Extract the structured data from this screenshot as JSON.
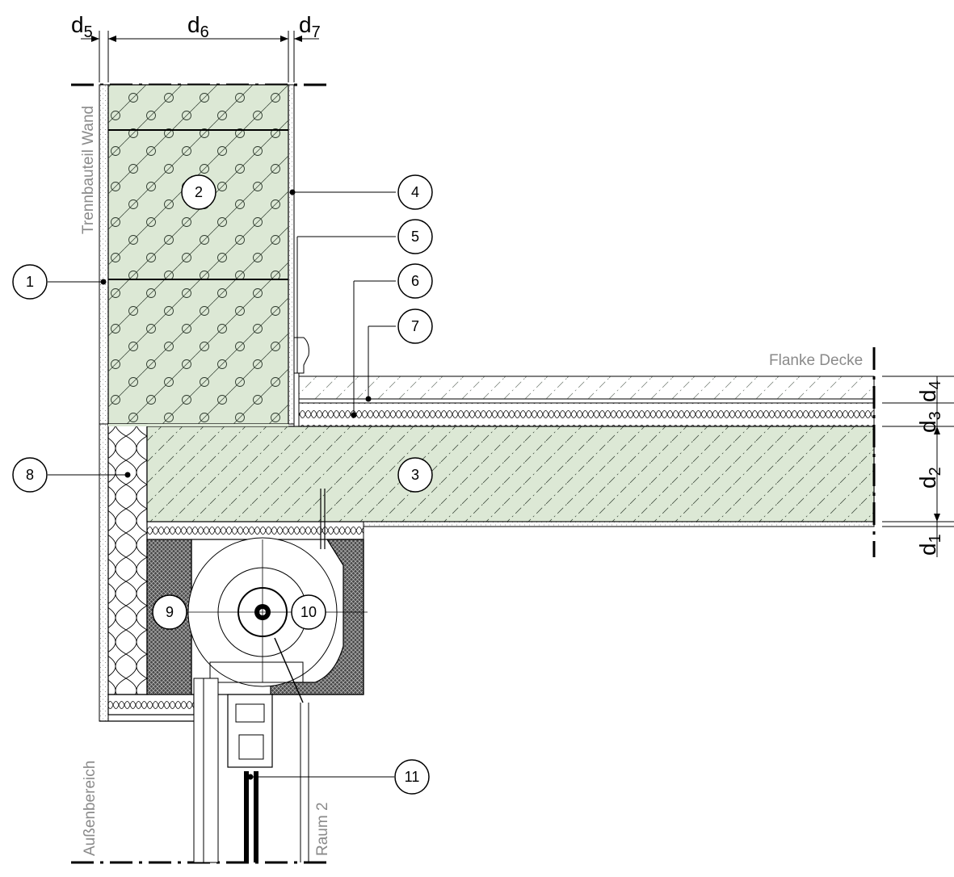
{
  "labels": {
    "separating_wall": "Trennbauteil Wand",
    "flank_ceiling": "Flanke Decke",
    "exterior": "Außenbereich",
    "room": "Raum 2"
  },
  "dimensions": {
    "d1": {
      "base": "d",
      "sub": "1"
    },
    "d2": {
      "base": "d",
      "sub": "2"
    },
    "d3": {
      "base": "d",
      "sub": "3"
    },
    "d4": {
      "base": "d",
      "sub": "4"
    },
    "d5": {
      "base": "d",
      "sub": "5"
    },
    "d6": {
      "base": "d",
      "sub": "6"
    },
    "d7": {
      "base": "d",
      "sub": "7"
    }
  },
  "callouts": [
    "1",
    "2",
    "3",
    "4",
    "5",
    "6",
    "7",
    "8",
    "9",
    "10",
    "11"
  ],
  "colors": {
    "masonry_fill": "#dce8d5",
    "concrete_fill": "#dce8d5",
    "insulation_fill": "#ffffff",
    "dark_insulation": "#3a3a3a",
    "line": "#000000",
    "label_gray": "#8a8a8a"
  }
}
